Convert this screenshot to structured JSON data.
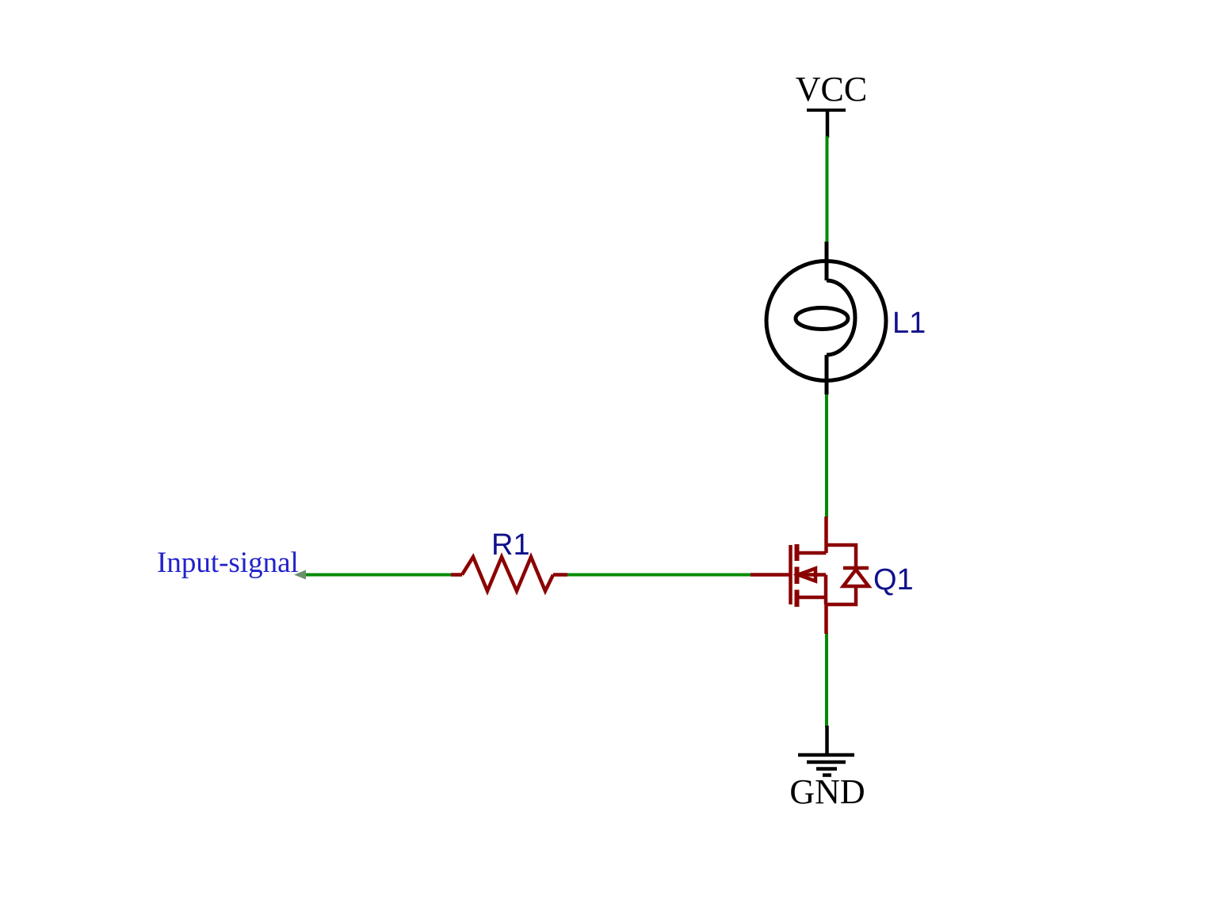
{
  "colors": {
    "wire": "#018A01",
    "symbol": "#8B0000",
    "ink": "#000000",
    "ref": "#11118C",
    "port": "#2222CC",
    "port-arrow": "#6B8E6B"
  },
  "schematic": {
    "nets": {
      "vcc_label": "VCC",
      "gnd_label": "GND",
      "input_label": "Input-signal"
    },
    "components": {
      "lamp": {
        "ref": "L1",
        "type": "lamp"
      },
      "resistor": {
        "ref": "R1",
        "type": "resistor"
      },
      "mosfet": {
        "ref": "Q1",
        "type": "n-channel-mosfet-with-body-diode"
      }
    }
  }
}
